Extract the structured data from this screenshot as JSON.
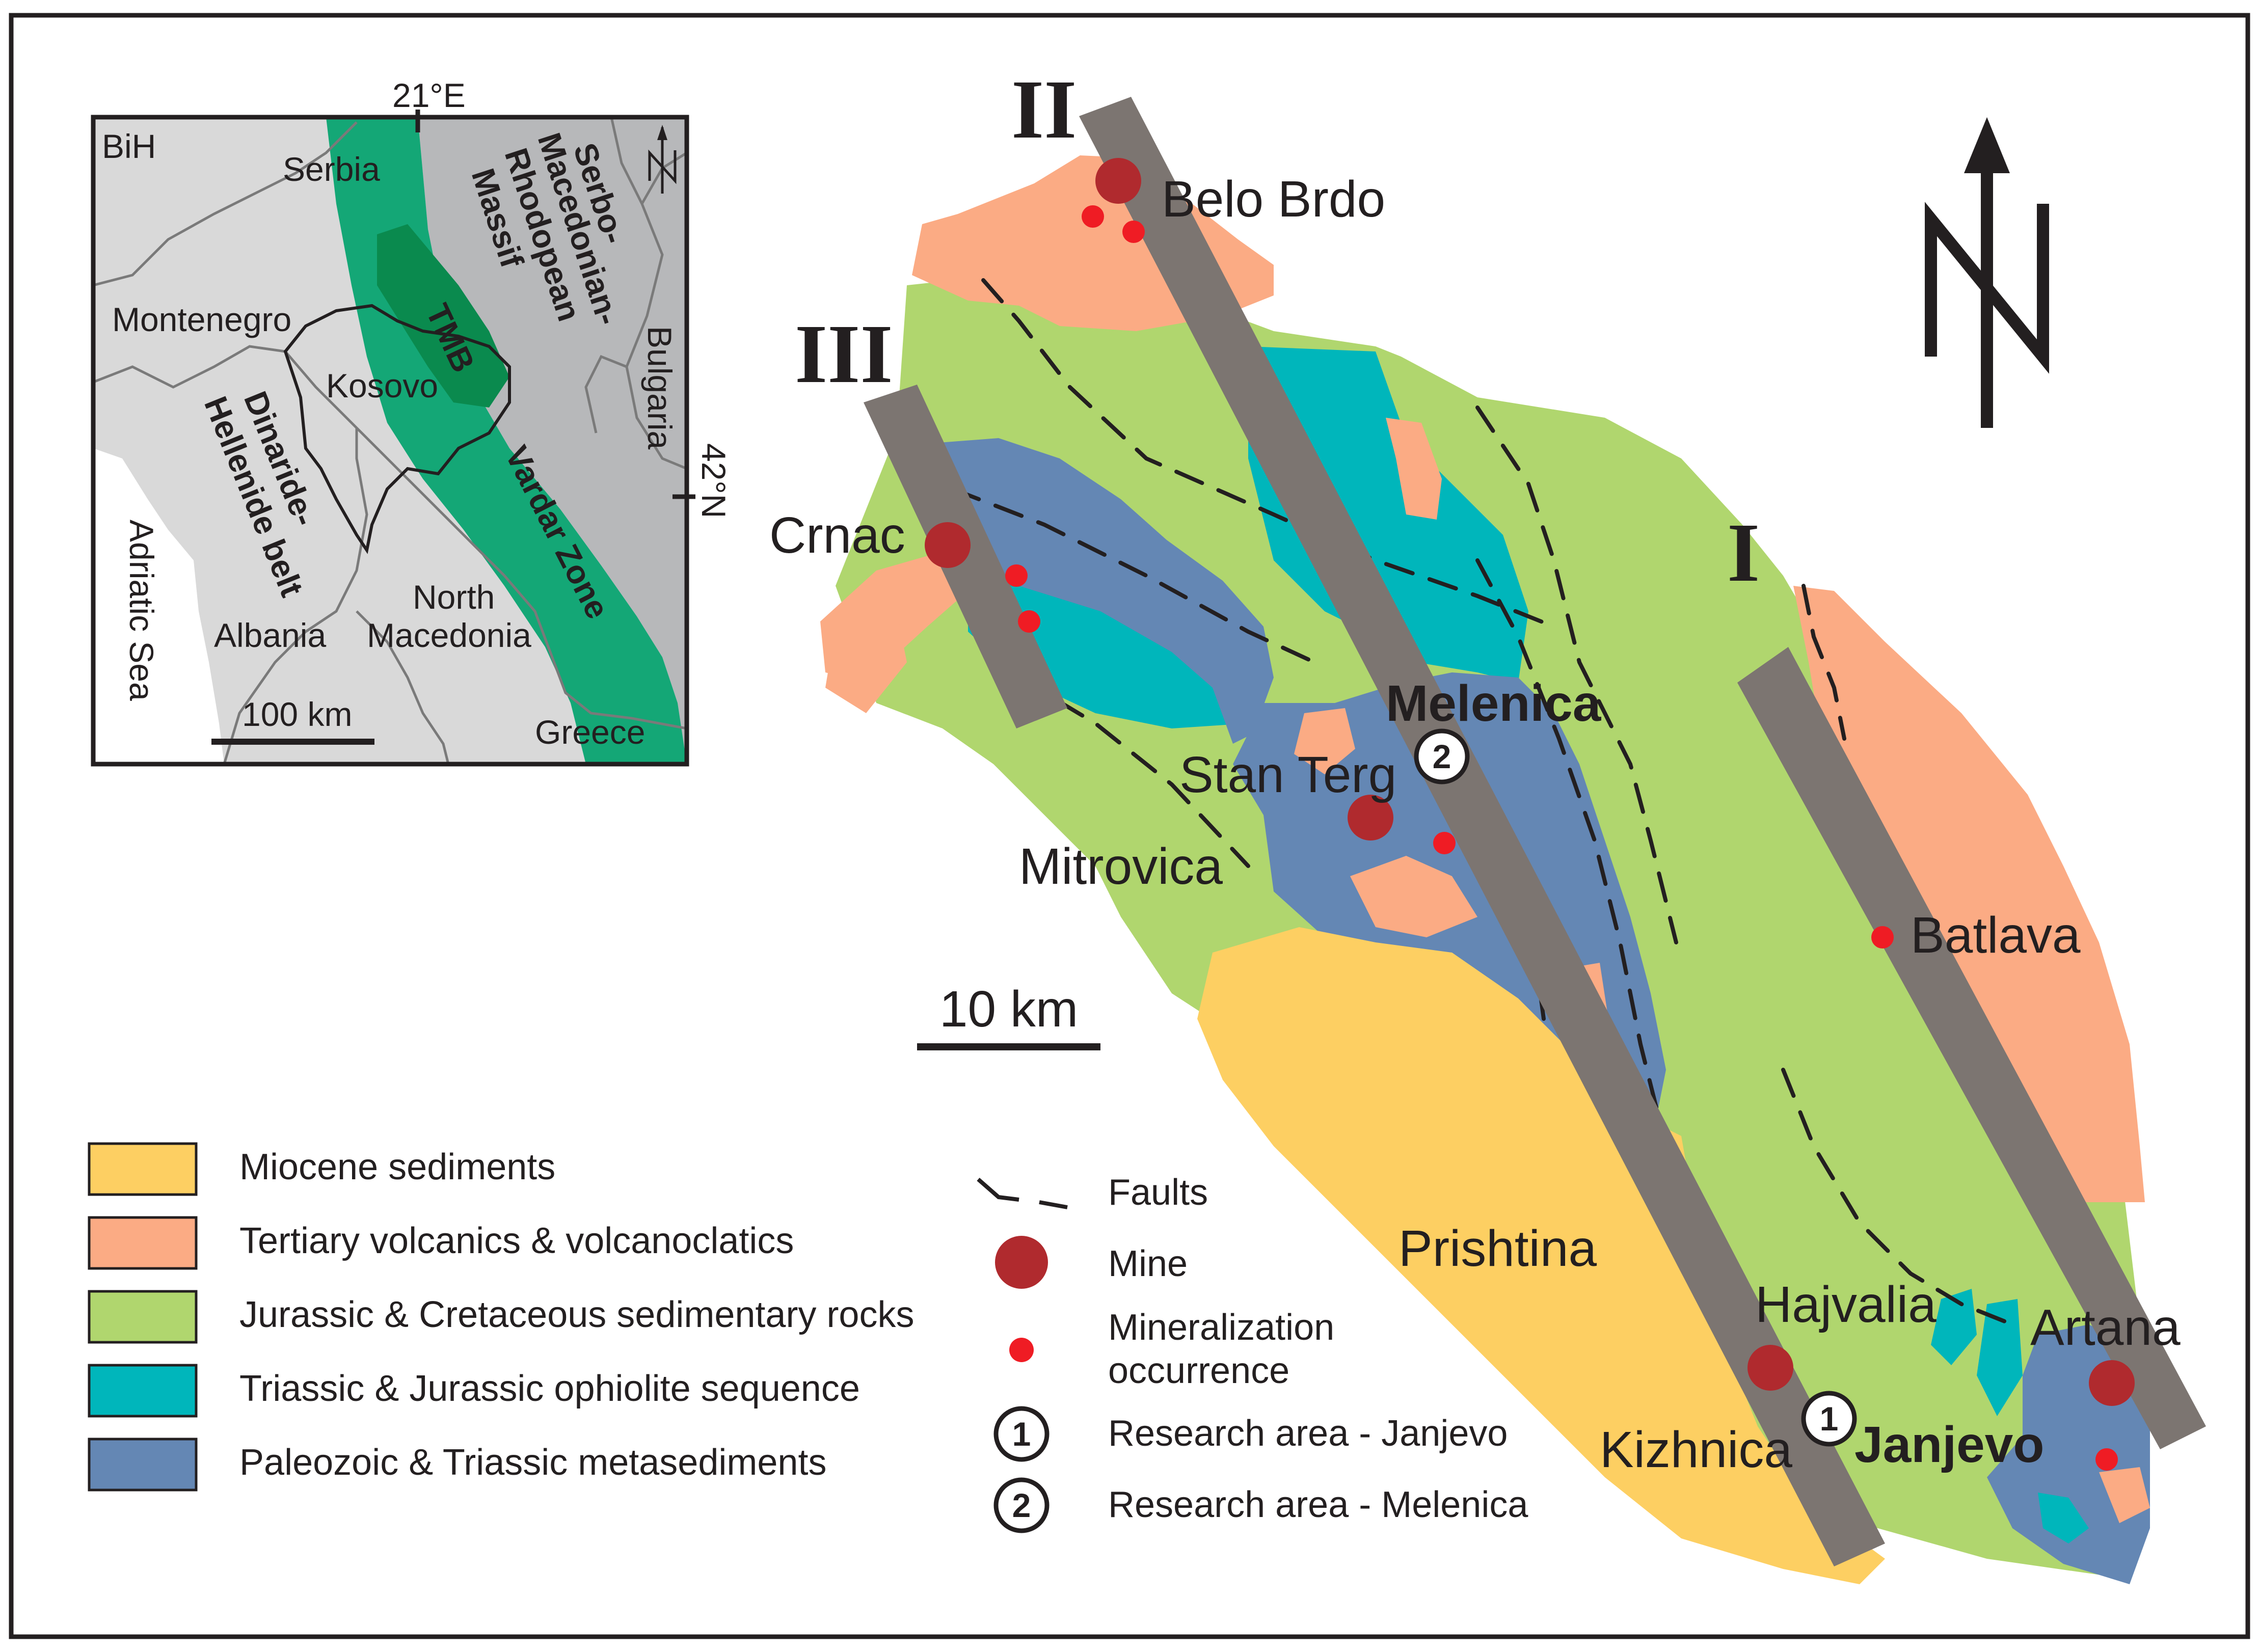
{
  "labels": {
    "belo_brdo": "Belo Brdo",
    "crnac": "Crnac",
    "melenica": "Melenica",
    "stan_terg": "Stan Terg",
    "mitrovica": "Mitrovica",
    "batlava": "Batlava",
    "prishtina": "Prishtina",
    "hajvalia": "Hajvalia",
    "artana": "Artana",
    "kizhnica": "Kizhnica",
    "janjevo": "Janjevo"
  },
  "profiles": {
    "I": "I",
    "II": "II",
    "III": "III"
  },
  "research_markers": {
    "one": "1",
    "two": "2"
  },
  "scale_bar": {
    "label": "10 km"
  },
  "inset": {
    "lon_label": "21°E",
    "lat_label": "42°N",
    "bih": "BiH",
    "serbia": "Serbia",
    "montenegro": "Montenegro",
    "kosovo": "Kosovo",
    "albania": "Albania",
    "north_macedonia_1": "North",
    "north_macedonia_2": "Macedonia",
    "greece": "Greece",
    "bulgaria": "Bulgaria",
    "adriatic": "Adriatic Sea",
    "tmb": "TMB",
    "vardar": "Vardar Zone",
    "dinaride_1": "Dinaride-",
    "dinaride_2": "Hellenide belt",
    "serbo_1": "Serbo-",
    "serbo_2": "Macedonian-",
    "serbo_3": "Rhodopean",
    "serbo_4": "Massif",
    "scale": "100 km"
  },
  "legend": {
    "units": [
      {
        "label": "Miocene sediments",
        "color": "#fdcf62"
      },
      {
        "label": "Tertiary volcanics & volcanoclatics",
        "color": "#fbab84"
      },
      {
        "label": "Jurassic & Cretaceous sedimentary rocks",
        "color": "#b0d66e"
      },
      {
        "label": "Triassic & Jurassic ophiolite sequence",
        "color": "#00b6bb"
      },
      {
        "label": "Paleozoic & Triassic metasediments",
        "color": "#6487b4"
      }
    ],
    "faults": "Faults",
    "mine": "Mine",
    "mineralization_1": "Mineralization",
    "mineralization_2": "occurrence",
    "research_janjevo": "Research area - Janjevo",
    "research_melenica": "Research area - Melenica"
  },
  "colors": {
    "mine": "#b02a2e",
    "occurrence": "#ef1c24",
    "profile_band": "#7c7571",
    "inset_land": "#d9d9d9",
    "inset_massif": "#b7b8ba",
    "inset_vardar": "#14a776",
    "inset_tmb": "#0a8a4e"
  },
  "icons": [
    "north-arrow-icon",
    "inset-north-icon"
  ]
}
